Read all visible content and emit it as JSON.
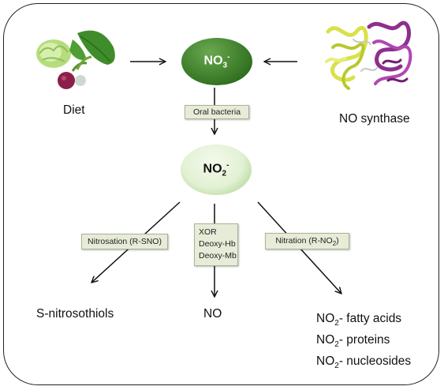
{
  "sources": {
    "diet_label": "Diet",
    "synthase_label": "NO synthase"
  },
  "nodes": {
    "nitrate": {
      "base": "NO",
      "sub": "3",
      "sup": "-"
    },
    "nitrite": {
      "base": "NO",
      "sub": "2",
      "sup": "-"
    }
  },
  "tags": {
    "oral_bacteria": "Oral bacteria",
    "nitrosation": "Nitrosation (R-SNO)",
    "middle_lines": [
      "XOR",
      "Deoxy-Hb",
      "Deoxy-Mb"
    ],
    "nitration_prefix": "Nitration (R-NO",
    "nitration_sub": "2",
    "nitration_suffix": ")"
  },
  "outputs": {
    "left": "S-nitrosothiols",
    "middle": "NO",
    "right": [
      {
        "prefix": "NO",
        "sub": "2",
        "text": "- fatty acids"
      },
      {
        "prefix": "NO",
        "sub": "2",
        "text": "- proteins"
      },
      {
        "prefix": "NO",
        "sub": "2",
        "text": "- nucleosides"
      }
    ]
  },
  "colors": {
    "nitrate_dark": "#2f6f1f",
    "nitrate_light": "#6aa84f",
    "nitrite_light": "#e9f5dc",
    "nitrite_dark": "#9cc97f",
    "tag_fill": "#e7ecd9"
  },
  "icons": [
    "lettuce-icon",
    "spinach-icon",
    "beetroot-icon",
    "protein-structure-icon"
  ]
}
